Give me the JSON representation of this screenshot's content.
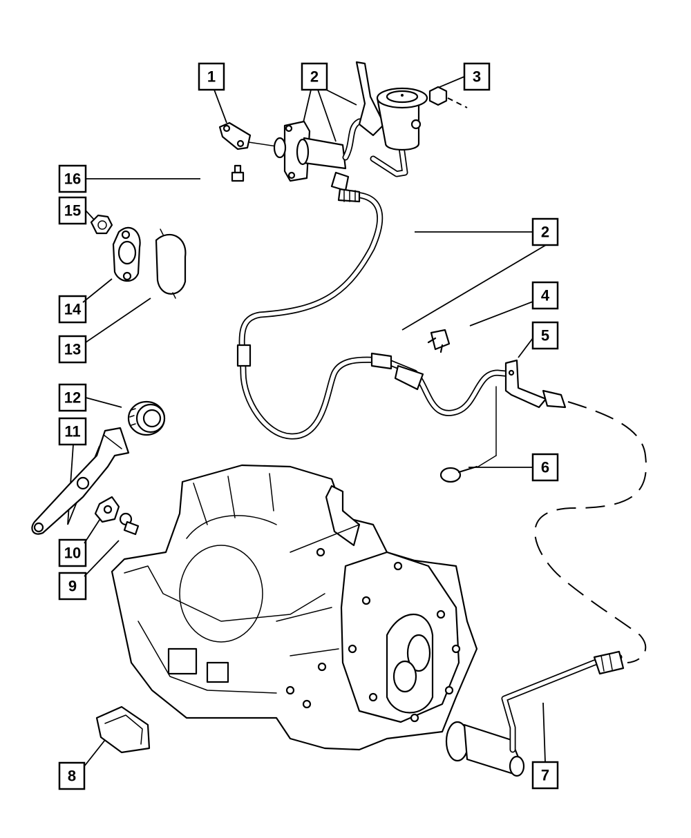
{
  "callouts": [
    {
      "id": "c1",
      "label": "1"
    },
    {
      "id": "c2a",
      "label": "2"
    },
    {
      "id": "c3",
      "label": "3"
    },
    {
      "id": "c16",
      "label": "16"
    },
    {
      "id": "c15",
      "label": "15"
    },
    {
      "id": "c2b",
      "label": "2"
    },
    {
      "id": "c4",
      "label": "4"
    },
    {
      "id": "c14",
      "label": "14"
    },
    {
      "id": "c13",
      "label": "13"
    },
    {
      "id": "c5",
      "label": "5"
    },
    {
      "id": "c12",
      "label": "12"
    },
    {
      "id": "c11",
      "label": "11"
    },
    {
      "id": "c6",
      "label": "6"
    },
    {
      "id": "c10",
      "label": "10"
    },
    {
      "id": "c9",
      "label": "9"
    },
    {
      "id": "c8",
      "label": "8"
    },
    {
      "id": "c7",
      "label": "7"
    }
  ],
  "colors": {
    "line": "#000000",
    "background": "#ffffff"
  }
}
